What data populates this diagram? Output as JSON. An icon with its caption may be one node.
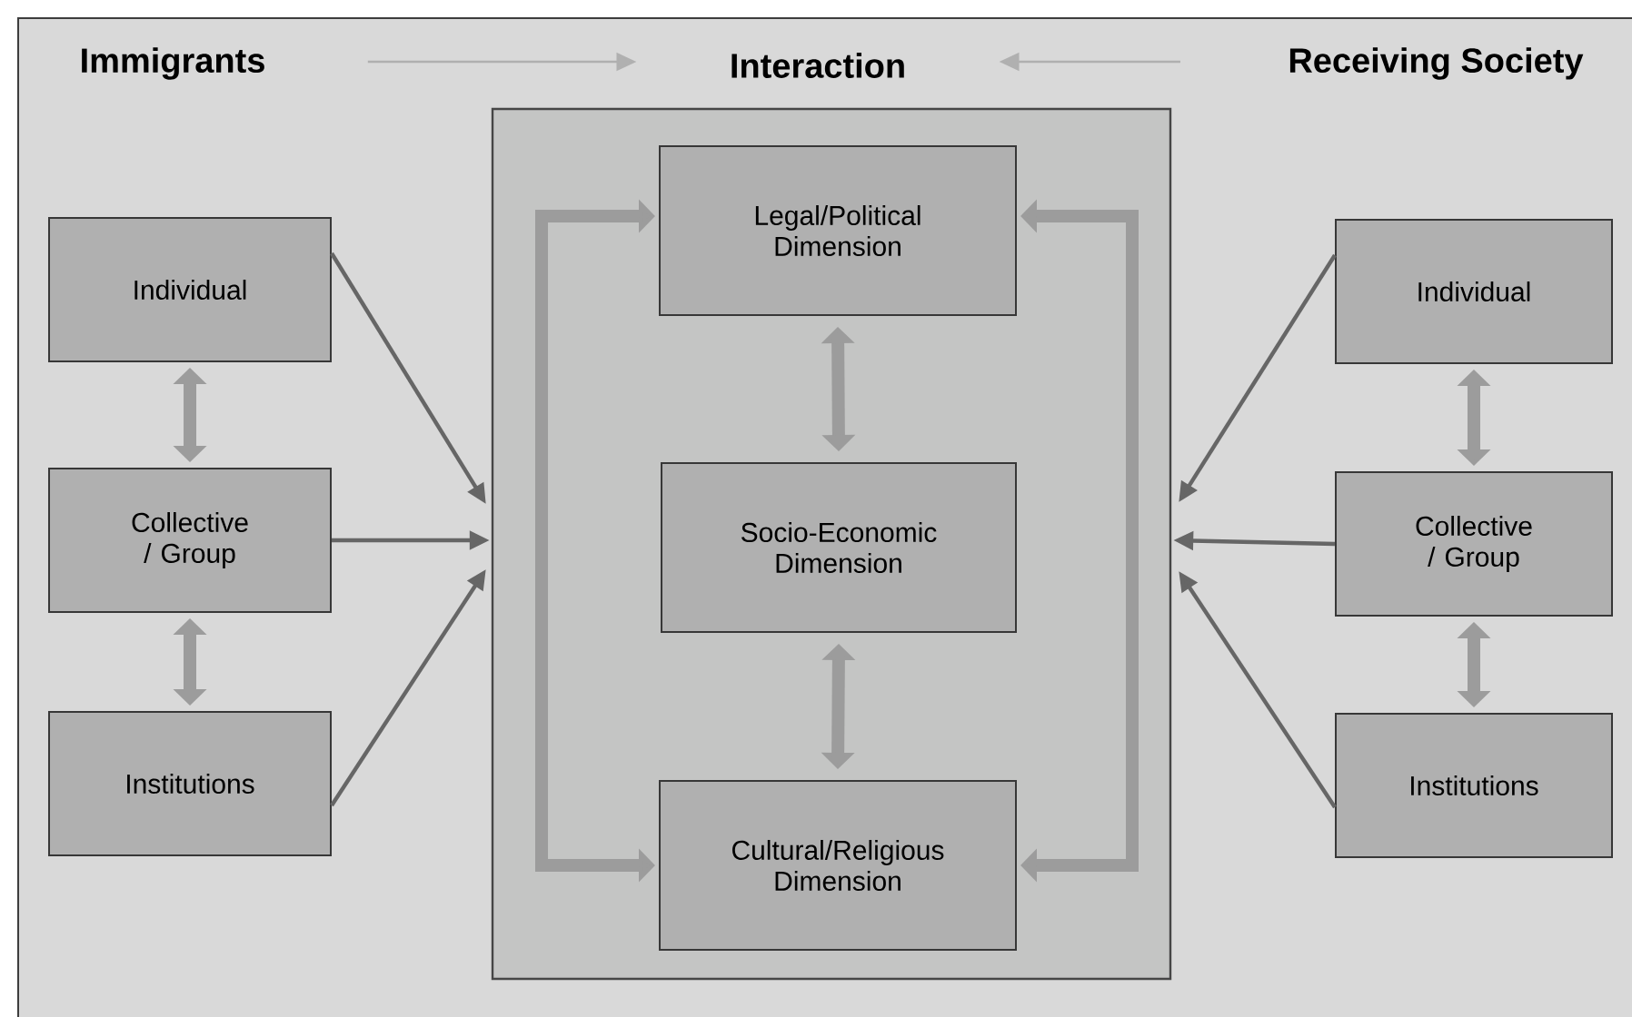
{
  "diagram": {
    "nodes": [
      {
        "text": [
          "Immigrants"
        ]
      },
      {
        "text": [
          "Interaction"
        ]
      },
      {
        "text": [
          "Receiving Society"
        ]
      },
      {
        "text": [],
        "shape": "box"
      },
      {
        "text": [
          "Legal/Political Dimension"
        ],
        "in": 3
      },
      {
        "text": [
          "Socio-Economic Dimension"
        ],
        "in": 3
      },
      {
        "text": [
          "Cultural/Religious Dimension"
        ],
        "in": 3
      },
      {
        "text": [
          "Individual"
        ]
      },
      {
        "text": [
          "Collective / Group"
        ]
      },
      {
        "text": [
          "Institutions"
        ]
      },
      {
        "text": [
          "Individual"
        ]
      },
      {
        "text": [
          "Collective / Group"
        ]
      },
      {
        "text": [
          "Institutions"
        ]
      }
    ],
    "edges": [
      {
        "from": 0,
        "to": 1,
        "arrow": "to",
        "color": "#b0b0b0"
      },
      {
        "from": 2,
        "to": 1,
        "arrow": "to",
        "color": "#b0b0b0"
      },
      {
        "from": 7,
        "to": 3,
        "arrow": "to"
      },
      {
        "from": 8,
        "to": 3,
        "arrow": "to"
      },
      {
        "from": 9,
        "to": 3,
        "arrow": "to"
      },
      {
        "from": 10,
        "to": 3,
        "arrow": "to"
      },
      {
        "from": 11,
        "to": 3,
        "arrow": "to"
      },
      {
        "from": 12,
        "to": 3,
        "arrow": "to"
      },
      {
        "from": 7,
        "to": 8,
        "arrow": "both",
        "style": "thick",
        "color": "#9c9c9c"
      },
      {
        "from": 8,
        "to": 9,
        "arrow": "both",
        "style": "thick",
        "color": "#9c9c9c"
      },
      {
        "from": 10,
        "to": 11,
        "arrow": "both",
        "style": "thick",
        "color": "#9c9c9c"
      },
      {
        "from": 11,
        "to": 12,
        "arrow": "both",
        "style": "thick",
        "color": "#9c9c9c"
      },
      {
        "from": 4,
        "to": 5,
        "arrow": "both",
        "style": "thick",
        "color": "#9c9c9c"
      },
      {
        "from": 5,
        "to": 6,
        "arrow": "both",
        "style": "thick",
        "color": "#9c9c9c"
      },
      {
        "from": 4,
        "to": 6,
        "arrow": "both",
        "style": "thick",
        "color": "#9c9c9c"
      },
      {
        "from": 4,
        "to": 6,
        "arrow": "both",
        "style": "thick",
        "color": "#9c9c9c"
      }
    ]
  }
}
